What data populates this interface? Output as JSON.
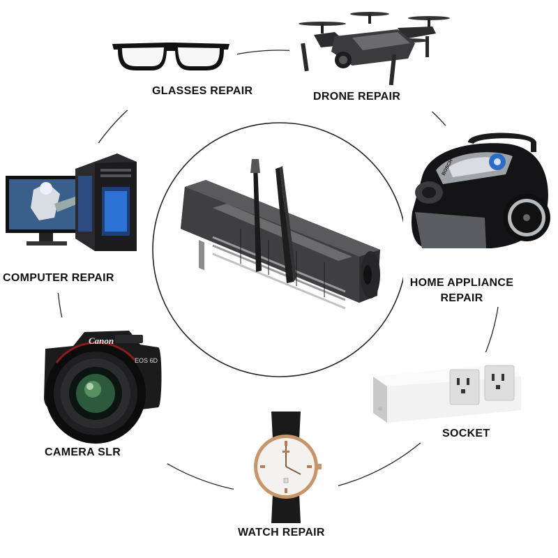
{
  "labels": {
    "glasses": "GLASSES REPAIR",
    "drone": "DRONE REPAIR",
    "computer": "COMPUTER REPAIR",
    "home_appliance_line1": "HOME APPLIANCE",
    "home_appliance_line2": "REPAIR",
    "camera": "CAMERA SLR",
    "socket": "SOCKET",
    "watch": "WATCH REPAIR"
  },
  "product_text": {
    "camera_brand": "Canon",
    "camera_model": "EOS 6D",
    "vacuum_brand": "BOSCH"
  },
  "icons": [
    "glasses-icon",
    "drone-icon",
    "computer-icon",
    "vacuum-icon",
    "camera-icon",
    "power-strip-icon",
    "wristwatch-icon",
    "precision-screwdriver-kit-icon"
  ],
  "colors": {
    "ring_line": "#222222",
    "label_text": "#111111",
    "case_gray": "#4a4a4c",
    "vacuum_blue": "#2b6cc4",
    "watch_gold": "#c8946a"
  }
}
